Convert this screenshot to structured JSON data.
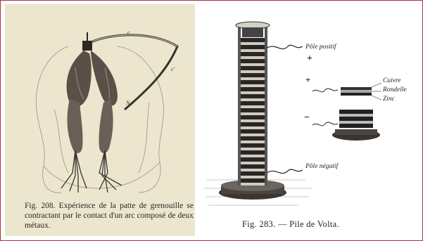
{
  "left_figure": {
    "caption": "Fig. 208. Expérience de la patte de grenouille se contractant par le contact d'un arc composé de deux métaux.",
    "marks": {
      "c": "c",
      "c_prime": "c'",
      "n": "N"
    }
  },
  "right_figure": {
    "caption": "Fig. 283. — Pile de Volta.",
    "labels": {
      "pole_positif": "Pôle positif",
      "pole_negatif": "Pôle négatif",
      "cuivre": "Cuivre",
      "rondelle": "Rondelle",
      "zinc": "Zinc"
    },
    "signs": {
      "plus": "+",
      "minus": "−"
    }
  },
  "colors": {
    "frame": "#a33346",
    "paper": "#ece6cf",
    "ink": "#2a2520"
  }
}
